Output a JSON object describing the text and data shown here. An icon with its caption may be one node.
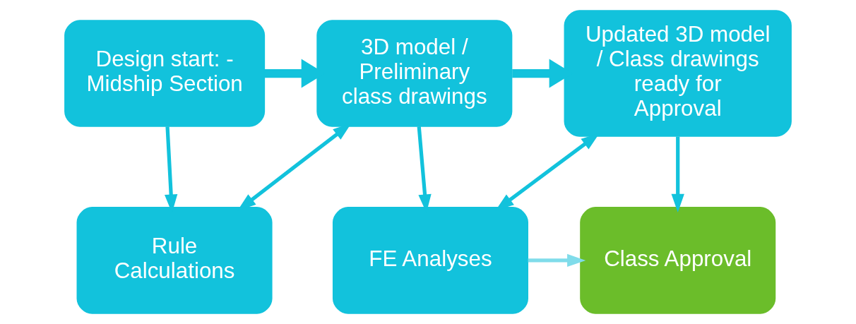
{
  "diagram": {
    "nodes": [
      {
        "text": [
          "Design start: - Midship Section"
        ]
      },
      {
        "text": [
          "3D model / Preliminary class drawings"
        ]
      },
      {
        "text": [
          "Updated 3D model / Class drawings ready for Approval"
        ]
      },
      {
        "text": [
          "Class Approval"
        ]
      },
      {
        "text": [
          "Rule Calculations"
        ]
      },
      {
        "text": [
          "FE Analyses"
        ]
      }
    ],
    "edges": [
      {
        "from": 0,
        "to": 1,
        "arrow": "to",
        "style": "thick"
      },
      {
        "from": 1,
        "to": 2,
        "arrow": "to",
        "style": "thick"
      },
      {
        "from": 0,
        "to": 4,
        "arrow": "to"
      },
      {
        "from": 1,
        "to": 4,
        "arrow": "both"
      },
      {
        "from": 1,
        "to": 5,
        "arrow": "to"
      },
      {
        "from": 2,
        "to": 5,
        "arrow": "both"
      },
      {
        "from": 2,
        "to": 3,
        "arrow": "to"
      },
      {
        "from": 5,
        "to": 3,
        "arrow": "to",
        "color": "#80dcea"
      }
    ]
  }
}
